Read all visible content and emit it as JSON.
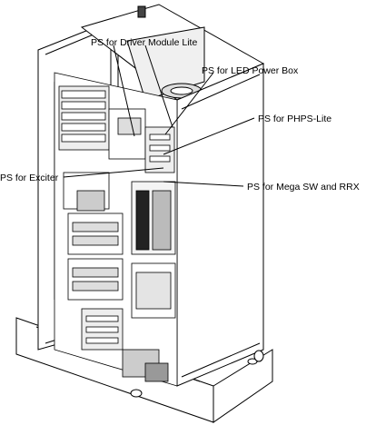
{
  "diagram": {
    "callouts": [
      {
        "id": "driver-module-lite",
        "label": "PS for Driver Module Lite"
      },
      {
        "id": "led-power-box",
        "label": "PS for LED Power Box"
      },
      {
        "id": "phps-lite",
        "label": "PS for PHPS-Lite"
      },
      {
        "id": "exciter",
        "label": "PS for Exciter"
      },
      {
        "id": "mega-sw-rrx",
        "label": "PS for Mega SW and RRX"
      }
    ],
    "colors": {
      "line": "#000000",
      "fill": "#ffffff",
      "shade": "#d9d9d9"
    }
  }
}
